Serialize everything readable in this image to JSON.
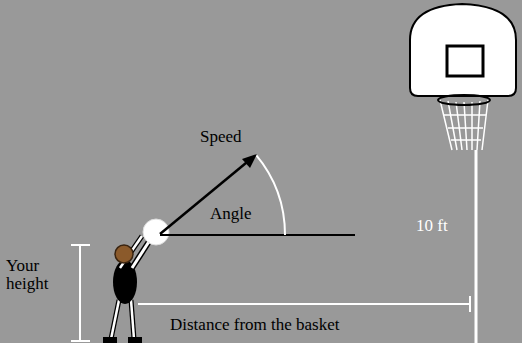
{
  "diagram": {
    "labels": [
      "Speed",
      "Angle",
      "Your height",
      "10 ft",
      "Distance from the basket"
    ]
  }
}
